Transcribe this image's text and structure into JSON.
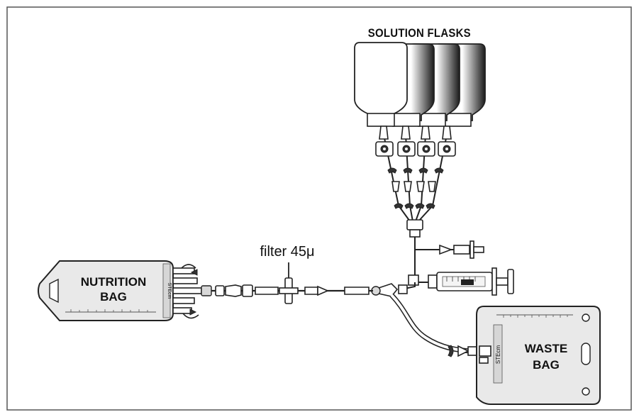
{
  "labels": {
    "solution_flasks": "SOLUTION FLASKS",
    "filter": "filter 45μ",
    "nutrition_bag_line1": "NUTRITION",
    "nutrition_bag_line2": "BAG",
    "waste_bag_line1": "WASTE",
    "waste_bag_line2": "BAG",
    "brand_nutrition": "STEcm",
    "brand_waste": "STEcm"
  },
  "colors": {
    "ink": "#222222",
    "frame": "#555555",
    "bag_fill": "#e9e9e9",
    "background": "#ffffff"
  }
}
